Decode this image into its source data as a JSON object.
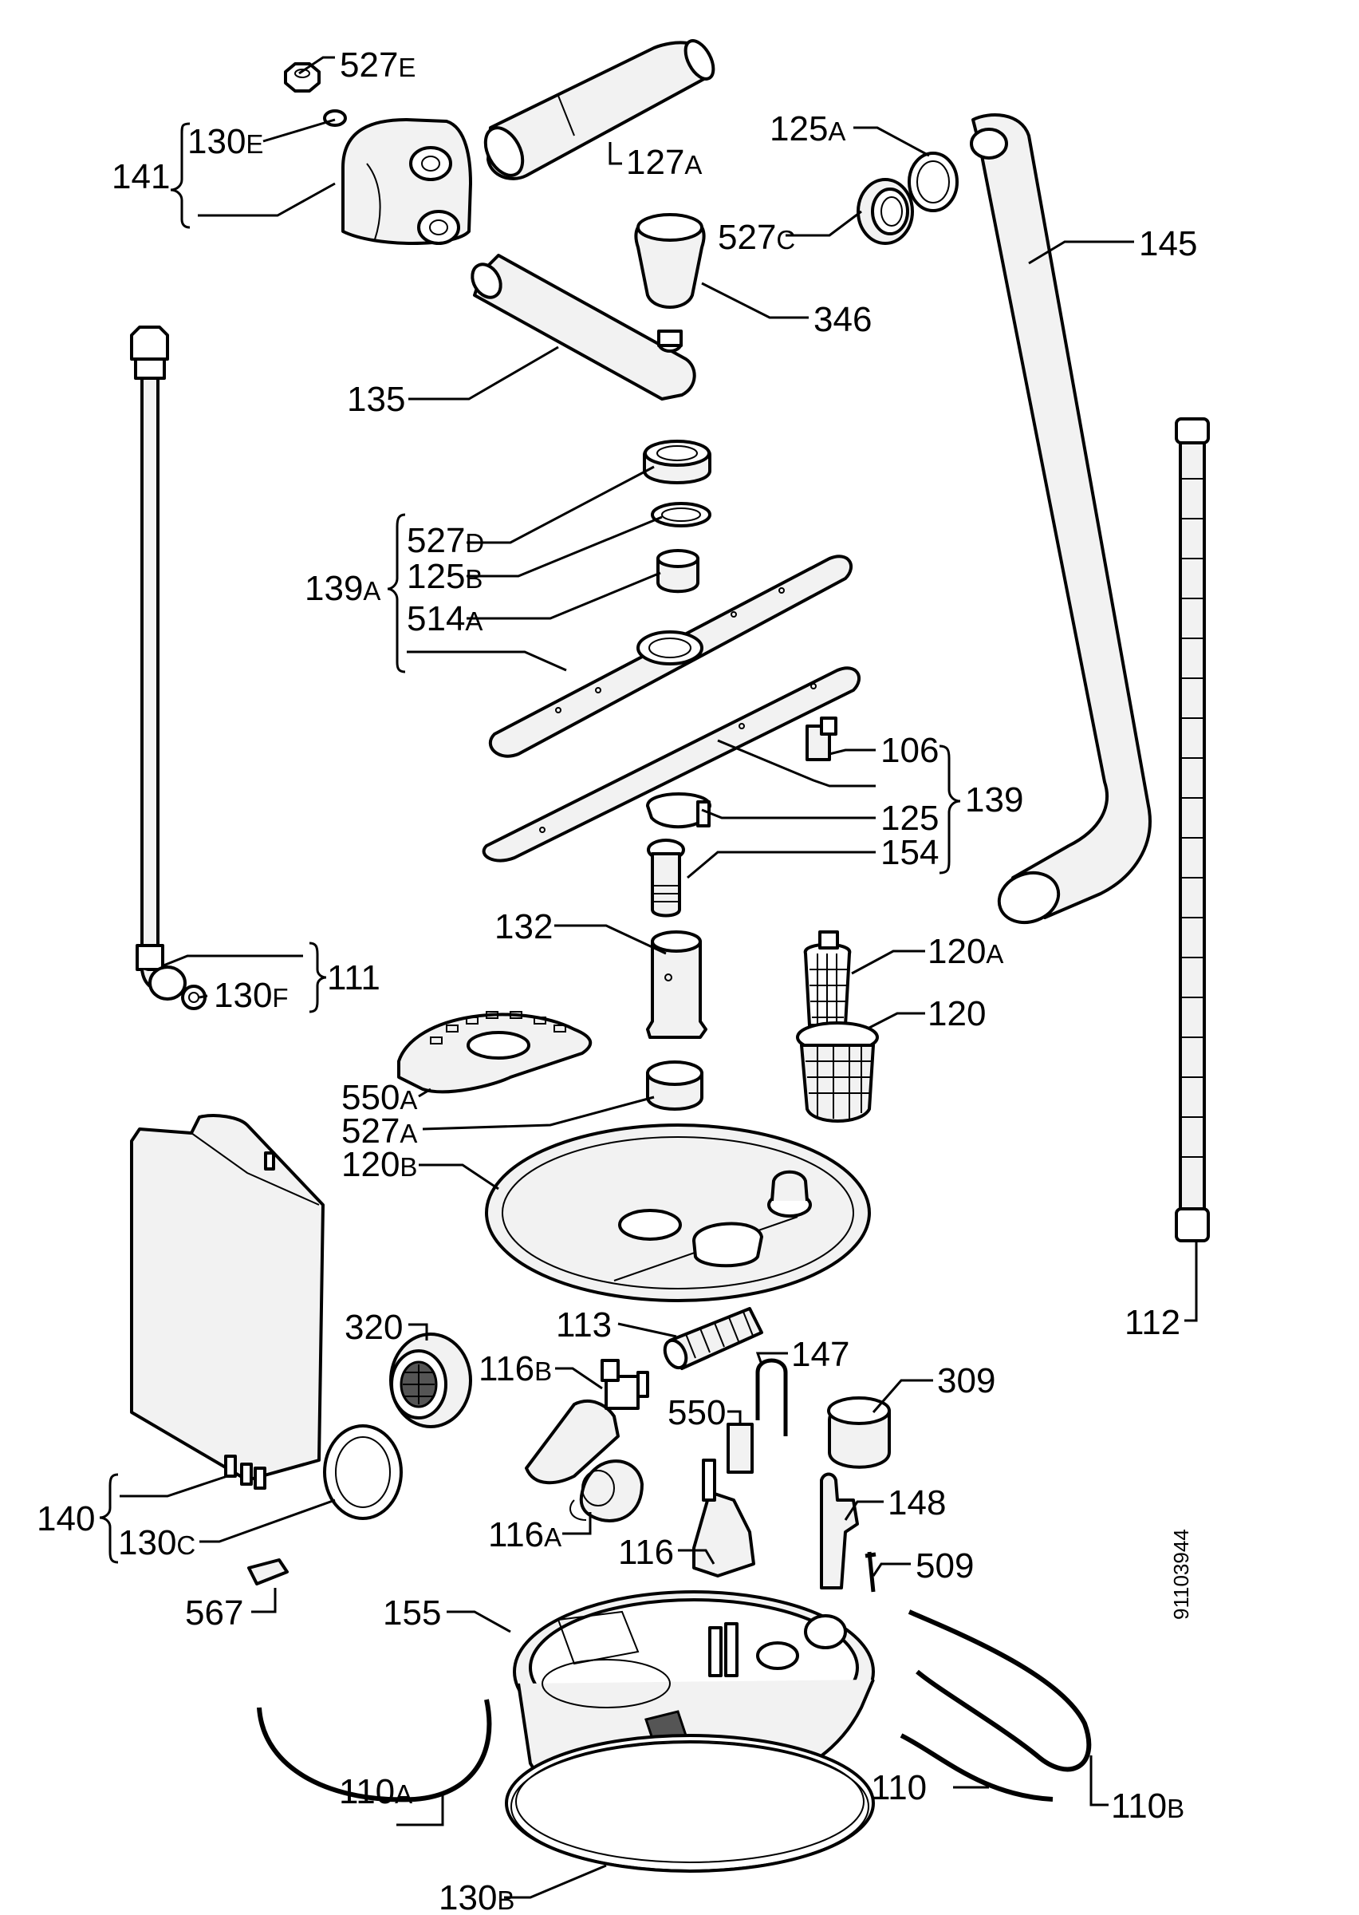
{
  "document_code": "91103944",
  "parts": [
    {
      "id": "p527E",
      "num": "527",
      "suffix": "E"
    },
    {
      "id": "p130E",
      "num": "130",
      "suffix": "E"
    },
    {
      "id": "p141",
      "num": "141",
      "suffix": ""
    },
    {
      "id": "p127A",
      "num": "127",
      "suffix": "A"
    },
    {
      "id": "p125A",
      "num": "125",
      "suffix": "A"
    },
    {
      "id": "p527C",
      "num": "527",
      "suffix": "C"
    },
    {
      "id": "p145",
      "num": "145",
      "suffix": ""
    },
    {
      "id": "p346",
      "num": "346",
      "suffix": ""
    },
    {
      "id": "p135",
      "num": "135",
      "suffix": ""
    },
    {
      "id": "p527D",
      "num": "527",
      "suffix": "D"
    },
    {
      "id": "p139A",
      "num": "139",
      "suffix": "A"
    },
    {
      "id": "p125B",
      "num": "125",
      "suffix": "B"
    },
    {
      "id": "p514A",
      "num": "514",
      "suffix": "A"
    },
    {
      "id": "p106",
      "num": "106",
      "suffix": ""
    },
    {
      "id": "p139",
      "num": "139",
      "suffix": ""
    },
    {
      "id": "p125",
      "num": "125",
      "suffix": ""
    },
    {
      "id": "p154",
      "num": "154",
      "suffix": ""
    },
    {
      "id": "p132",
      "num": "132",
      "suffix": ""
    },
    {
      "id": "p120A",
      "num": "120",
      "suffix": "A"
    },
    {
      "id": "p111",
      "num": "111",
      "suffix": ""
    },
    {
      "id": "p130F",
      "num": "130",
      "suffix": "F"
    },
    {
      "id": "p120",
      "num": "120",
      "suffix": ""
    },
    {
      "id": "p550A",
      "num": "550",
      "suffix": "A"
    },
    {
      "id": "p527A",
      "num": "527",
      "suffix": "A"
    },
    {
      "id": "p120B",
      "num": "120",
      "suffix": "B"
    },
    {
      "id": "p112",
      "num": "112",
      "suffix": ""
    },
    {
      "id": "p320",
      "num": "320",
      "suffix": ""
    },
    {
      "id": "p113",
      "num": "113",
      "suffix": ""
    },
    {
      "id": "p147",
      "num": "147",
      "suffix": ""
    },
    {
      "id": "p116B",
      "num": "116",
      "suffix": "B"
    },
    {
      "id": "p309",
      "num": "309",
      "suffix": ""
    },
    {
      "id": "p550",
      "num": "550",
      "suffix": ""
    },
    {
      "id": "p140",
      "num": "140",
      "suffix": ""
    },
    {
      "id": "p130C",
      "num": "130",
      "suffix": "C"
    },
    {
      "id": "p148",
      "num": "148",
      "suffix": ""
    },
    {
      "id": "p116A",
      "num": "116",
      "suffix": "A"
    },
    {
      "id": "p116",
      "num": "116",
      "suffix": ""
    },
    {
      "id": "p509",
      "num": "509",
      "suffix": ""
    },
    {
      "id": "p567",
      "num": "567",
      "suffix": ""
    },
    {
      "id": "p155",
      "num": "155",
      "suffix": ""
    },
    {
      "id": "p110A",
      "num": "110",
      "suffix": "A"
    },
    {
      "id": "p110B",
      "num": "110",
      "suffix": "B"
    },
    {
      "id": "p110",
      "num": "110",
      "suffix": ""
    },
    {
      "id": "p130B",
      "num": "130",
      "suffix": "B"
    }
  ]
}
